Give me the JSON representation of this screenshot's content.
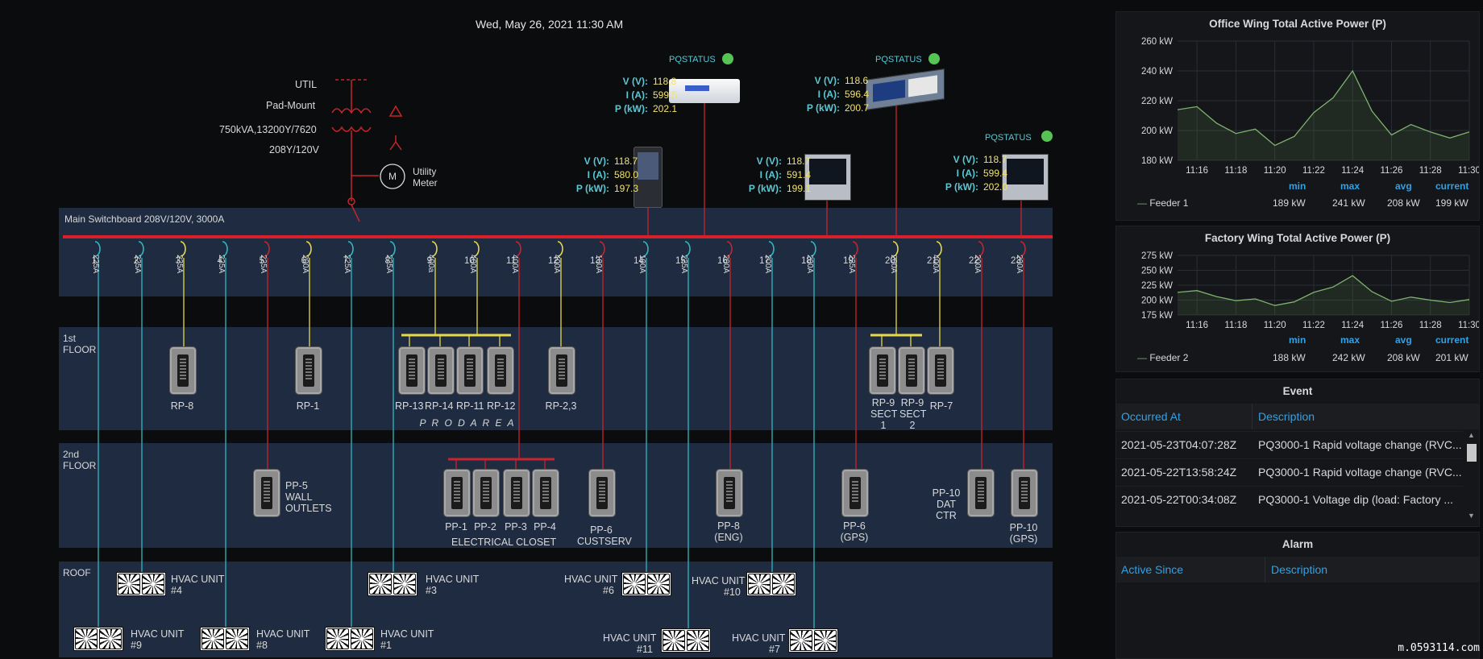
{
  "header": {
    "datetime": "Wed, May 26, 2021 11:30 AM"
  },
  "utility": {
    "util": "UTIL",
    "padmount": "Pad-Mount",
    "rating": "750kVA,13200Y/7620",
    "secondary": "208Y/120V",
    "meter_symbol": "M",
    "meter_label_1": "Utility",
    "meter_label_2": "Meter"
  },
  "switchboard": {
    "title": "Main Switchboard 208V/120V, 3000A"
  },
  "pqstatus_label": "PQSTATUS",
  "meters": [
    {
      "id": "m1",
      "v": "118.8",
      "i": "599.5",
      "p": "202.1"
    },
    {
      "id": "m2",
      "v": "118.6",
      "i": "596.4",
      "p": "200.7"
    },
    {
      "id": "m3",
      "v": "118.7",
      "i": "580.0",
      "p": "197.3"
    },
    {
      "id": "m4",
      "v": "118.7",
      "i": "591.4",
      "p": "199.1"
    },
    {
      "id": "m5",
      "v": "118.7",
      "i": "599.4",
      "p": "202.0"
    }
  ],
  "meas_keys": {
    "v": "V (V):",
    "i": "I (A):",
    "p": "P (kW):"
  },
  "breakers": [
    {
      "n": "1",
      "a": "225A"
    },
    {
      "n": "2",
      "a": "225A"
    },
    {
      "n": "3",
      "a": "225A"
    },
    {
      "n": "4",
      "a": "225A"
    },
    {
      "n": "5",
      "a": "225A"
    },
    {
      "n": "6",
      "a": "200A"
    },
    {
      "n": "7",
      "a": "225A"
    },
    {
      "n": "8",
      "a": "225A"
    },
    {
      "n": "9",
      "a": "400a"
    },
    {
      "n": "10",
      "a": "400A"
    },
    {
      "n": "11",
      "a": "400A"
    },
    {
      "n": "12",
      "a": "400A"
    },
    {
      "n": "13",
      "a": "100A"
    },
    {
      "n": "14",
      "a": "100A"
    },
    {
      "n": "15",
      "a": "225A"
    },
    {
      "n": "16",
      "a": "200A"
    },
    {
      "n": "17",
      "a": "200A"
    },
    {
      "n": "18",
      "a": "200A"
    },
    {
      "n": "19",
      "a": "225A"
    },
    {
      "n": "20",
      "a": "200A"
    },
    {
      "n": "21",
      "a": "400A"
    },
    {
      "n": "22",
      "a": "200A"
    },
    {
      "n": "23",
      "a": "200A"
    }
  ],
  "floors": {
    "f1_l1": "1st",
    "f1_l2": "FLOOR",
    "f2_l1": "2nd",
    "f2_l2": "FLOOR",
    "roof": "ROOF"
  },
  "first_floor": {
    "rp8": "RP-8",
    "rp1": "RP-1",
    "rp13": "RP-13",
    "rp14": "RP-14",
    "rp11": "RP-11",
    "rp12": "RP-12",
    "prod_area": "P R O D   A R E A",
    "rp23": "RP-2,3",
    "rp9s1_a": "RP-9",
    "rp9s1_b": "SECT",
    "rp9s1_c": "1",
    "rp9s2_a": "RP-9",
    "rp9s2_b": "SECT",
    "rp9s2_c": "2",
    "rp7": "RP-7"
  },
  "second_floor": {
    "pp5_a": "PP-5",
    "pp5_b": "WALL",
    "pp5_c": "OUTLETS",
    "pp1": "PP-1",
    "pp2": "PP-2",
    "pp3": "PP-3",
    "pp4": "PP-4",
    "elec_closet": "ELECTRICAL CLOSET",
    "pp6a_a": "PP-6",
    "pp6a_b": "CUSTSERV",
    "pp8_a": "PP-8",
    "pp8_b": "(ENG)",
    "pp6b_a": "PP-6",
    "pp6b_b": "(GPS)",
    "pp10a_a": "PP-10",
    "pp10a_b": "DAT",
    "pp10a_c": "CTR",
    "pp10b_a": "PP-10",
    "pp10b_b": "(GPS)"
  },
  "roof_units": {
    "u4_a": "HVAC UNIT",
    "u4_b": "#4",
    "u3_a": "HVAC UNIT",
    "u3_b": "#3",
    "u6_a": "HVAC UNIT",
    "u6_b": "#6",
    "u10_a": "HVAC UNIT",
    "u10_b": "#10",
    "u9_a": "HVAC UNIT",
    "u9_b": "#9",
    "u8_a": "HVAC UNIT",
    "u8_b": "#8",
    "u1_a": "HVAC UNIT",
    "u1_b": "#1",
    "u11_a": "HVAC UNIT",
    "u11_b": "#11",
    "u7_a": "HVAC UNIT",
    "u7_b": "#7"
  },
  "colors": {
    "bus": "#d9202a",
    "cyan": "#2fb8c2",
    "yellow": "#e8d94a",
    "red": "#c8242c",
    "band": "#1f2b40",
    "green": "#56c454"
  },
  "stat_headers": {
    "min": "min",
    "max": "max",
    "avg": "avg",
    "current": "current"
  },
  "chart_data": [
    {
      "type": "line",
      "title": "Office Wing Total Active Power (P)",
      "x": [
        "11:15",
        "11:16",
        "11:17",
        "11:18",
        "11:19",
        "11:20",
        "11:21",
        "11:22",
        "11:23",
        "11:24",
        "11:25",
        "11:26",
        "11:27",
        "11:28",
        "11:29",
        "11:30"
      ],
      "x_ticks": [
        "11:16",
        "11:18",
        "11:20",
        "11:22",
        "11:24",
        "11:26",
        "11:28",
        "11:30"
      ],
      "series": [
        {
          "name": "Feeder 1",
          "values": [
            214,
            216,
            205,
            198,
            201,
            190,
            196,
            212,
            222,
            240,
            213,
            197,
            204,
            199,
            195,
            199
          ]
        }
      ],
      "ylim": [
        180,
        260
      ],
      "y_ticks": [
        "260 kW",
        "240 kW",
        "220 kW",
        "200 kW",
        "180 kW"
      ],
      "stats": {
        "min": "189 kW",
        "max": "241 kW",
        "avg": "208 kW",
        "current": "199 kW"
      },
      "color": "#7eb26d"
    },
    {
      "type": "line",
      "title": "Factory Wing Total Active Power (P)",
      "x": [
        "11:15",
        "11:16",
        "11:17",
        "11:18",
        "11:19",
        "11:20",
        "11:21",
        "11:22",
        "11:23",
        "11:24",
        "11:25",
        "11:26",
        "11:27",
        "11:28",
        "11:29",
        "11:30"
      ],
      "x_ticks": [
        "11:16",
        "11:18",
        "11:20",
        "11:22",
        "11:24",
        "11:26",
        "11:28",
        "11:30"
      ],
      "series": [
        {
          "name": "Feeder 2",
          "values": [
            213,
            216,
            206,
            199,
            202,
            191,
            197,
            213,
            222,
            241,
            214,
            198,
            205,
            200,
            196,
            201
          ]
        }
      ],
      "ylim": [
        175,
        275
      ],
      "y_ticks": [
        "275 kW",
        "250 kW",
        "225 kW",
        "200 kW",
        "175 kW"
      ],
      "stats": {
        "min": "188 kW",
        "max": "242 kW",
        "avg": "208 kW",
        "current": "201 kW"
      },
      "color": "#7eb26d"
    }
  ],
  "events": {
    "title": "Event",
    "col1": "Occurred At",
    "col2": "Description",
    "rows": [
      {
        "t": "2021-05-23T04:07:28Z",
        "d": "PQ3000-1 Rapid voltage change (RVC..."
      },
      {
        "t": "2021-05-22T13:58:24Z",
        "d": "PQ3000-1 Rapid voltage change (RVC..."
      },
      {
        "t": "2021-05-22T00:34:08Z",
        "d": "PQ3000-1 Voltage dip (load: Factory ..."
      }
    ]
  },
  "alarms": {
    "title": "Alarm",
    "col1": "Active Since",
    "col2": "Description"
  },
  "watermark": "m.0593114.com"
}
